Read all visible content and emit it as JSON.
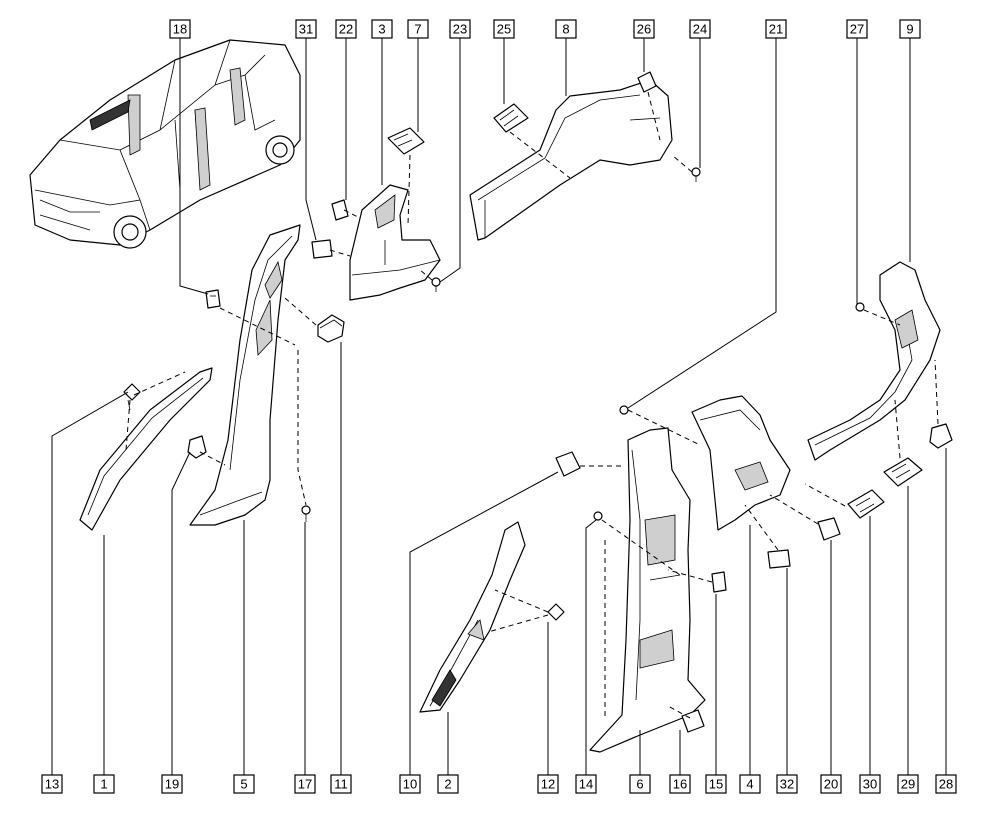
{
  "callouts_top": [
    "18",
    "31",
    "22",
    "3",
    "7",
    "23",
    "25",
    "8",
    "26",
    "24",
    "21",
    "27",
    "9"
  ],
  "callouts_bottom": [
    "13",
    "1",
    "19",
    "5",
    "17",
    "11",
    "10",
    "2",
    "12",
    "14",
    "6",
    "16",
    "15",
    "4",
    "32",
    "20",
    "30",
    "29",
    "28"
  ],
  "colors": {
    "line": "#000000",
    "background": "#ffffff",
    "shade": "#cfcfcf"
  }
}
